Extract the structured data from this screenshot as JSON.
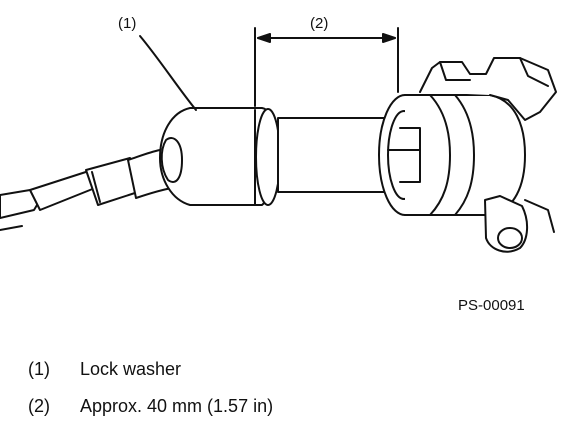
{
  "figure": {
    "callout_1": "(1)",
    "callout_2": "(2)",
    "figure_id": "PS-00091"
  },
  "legend": [
    {
      "number": "(1)",
      "text": "Lock washer"
    },
    {
      "number": "(2)",
      "text": "Approx. 40 mm (1.57 in)"
    }
  ]
}
